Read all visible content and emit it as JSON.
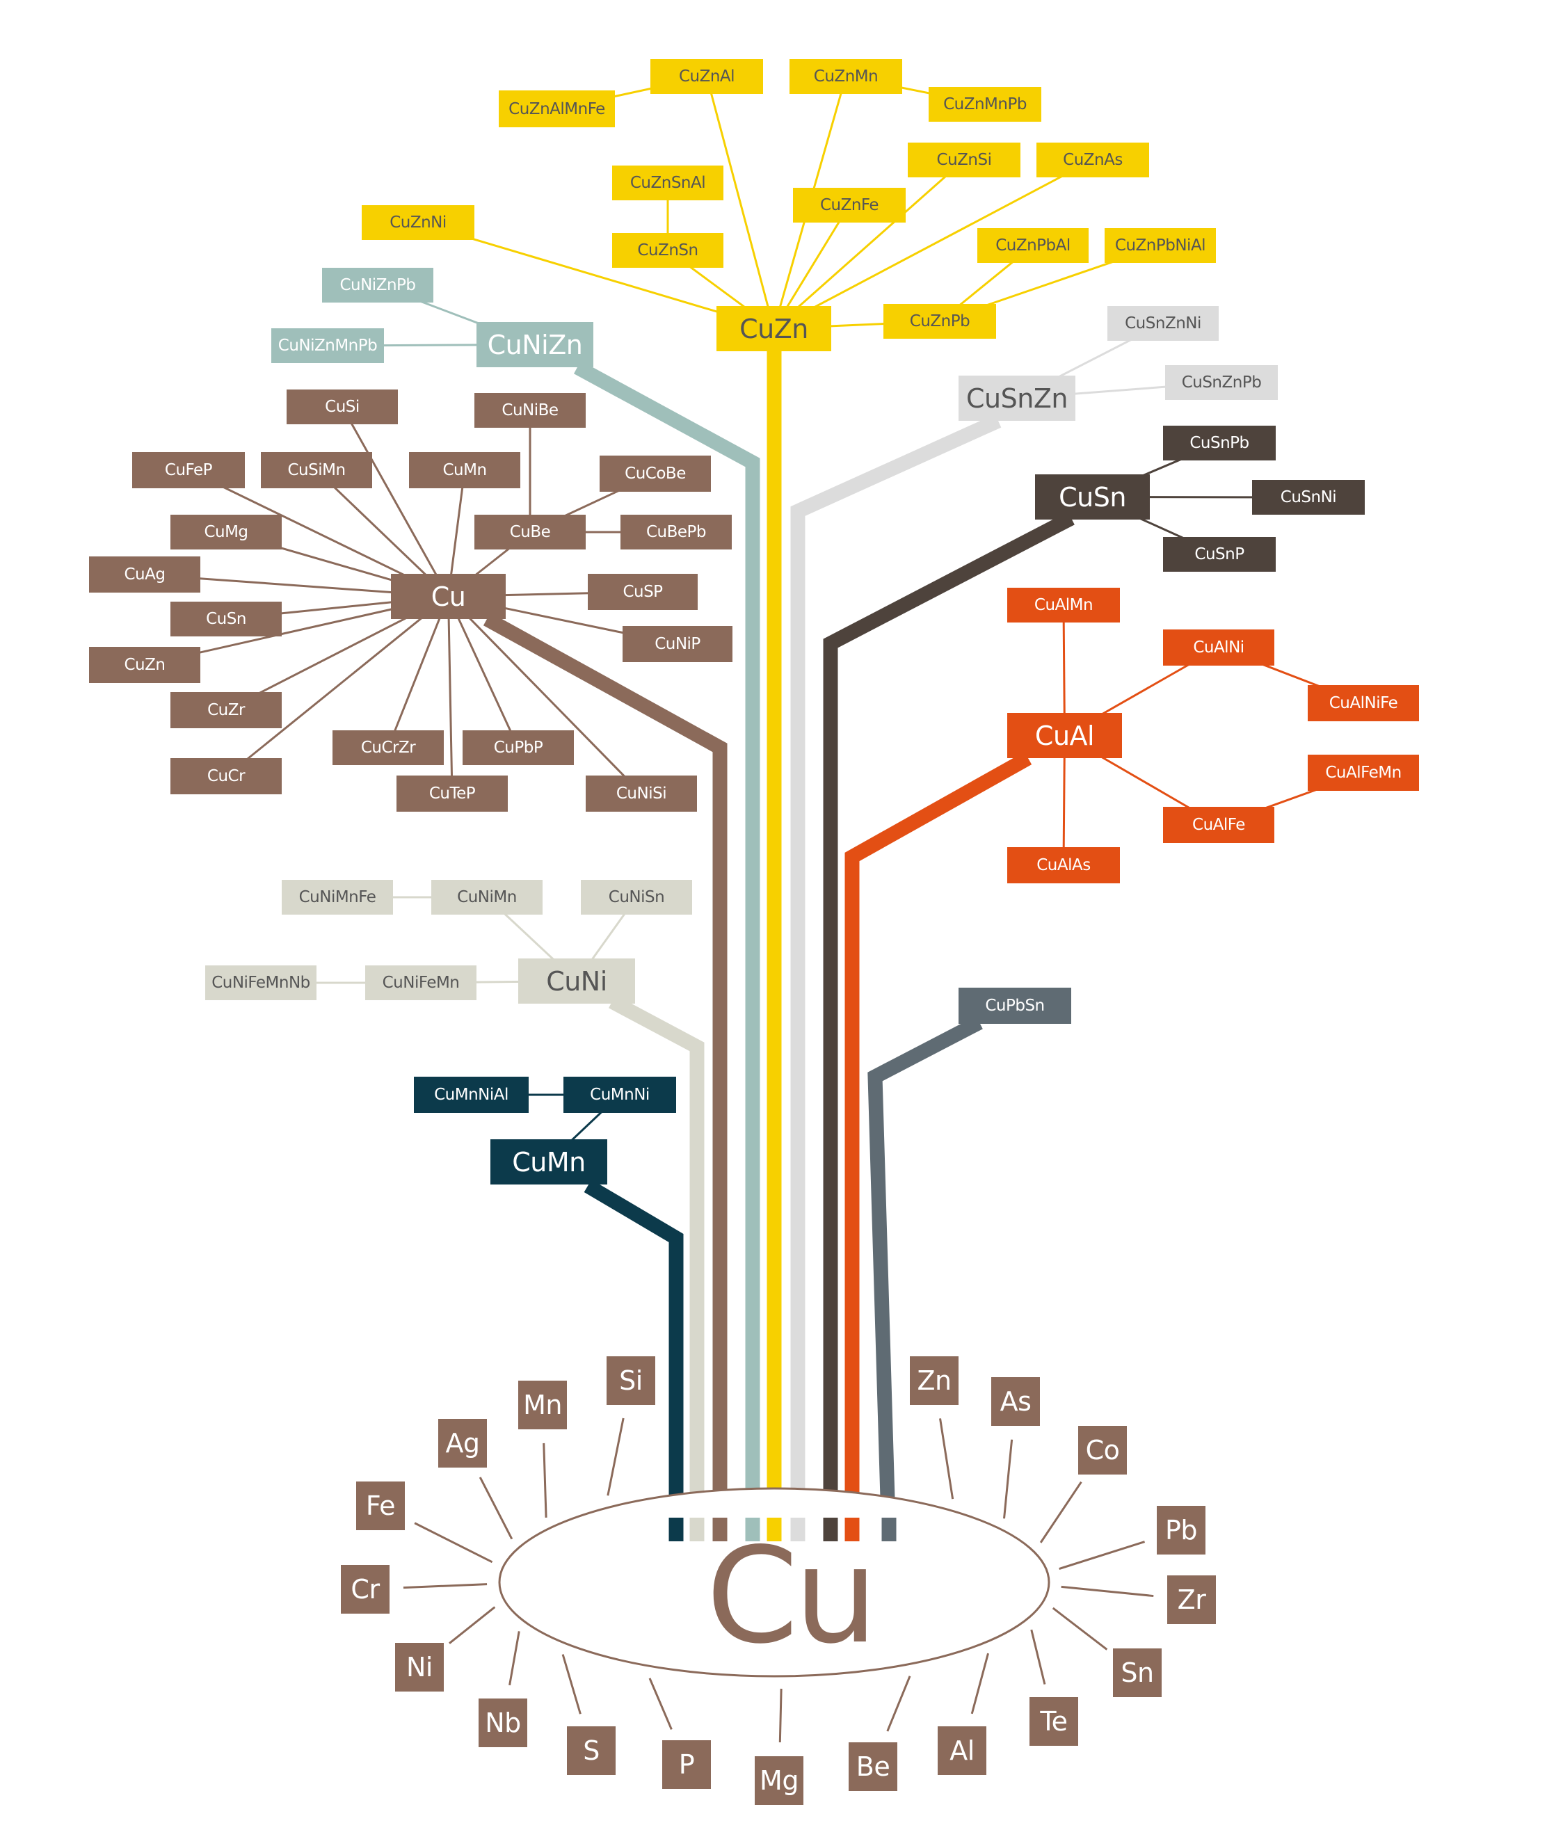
{
  "colors": {
    "yellow": "#f7d000",
    "teal": "#9fbfba",
    "brown": "#8b6a5a",
    "lightgrey": "#dcdcdc",
    "beige": "#d8d8cc",
    "darkbrown": "#4e433c",
    "orange": "#e34f14",
    "slate": "#5f6b73",
    "navy": "#0c3a4b"
  },
  "root": {
    "label": "Cu"
  },
  "nodes": [
    {
      "id": "CuZn",
      "label": "CuZn",
      "color": "yellow",
      "text": "#555555",
      "size": "big"
    },
    {
      "id": "CuZnAl",
      "label": "CuZnAl",
      "color": "yellow",
      "text": "#555555"
    },
    {
      "id": "CuZnAlMnFe",
      "label": "CuZnAlMnFe",
      "color": "yellow",
      "text": "#555555"
    },
    {
      "id": "CuZnMn",
      "label": "CuZnMn",
      "color": "yellow",
      "text": "#555555"
    },
    {
      "id": "CuZnMnPb",
      "label": "CuZnMnPb",
      "color": "yellow",
      "text": "#555555"
    },
    {
      "id": "CuZnSi",
      "label": "CuZnSi",
      "color": "yellow",
      "text": "#555555"
    },
    {
      "id": "CuZnAs",
      "label": "CuZnAs",
      "color": "yellow",
      "text": "#555555"
    },
    {
      "id": "CuZnSnAl",
      "label": "CuZnSnAl",
      "color": "yellow",
      "text": "#555555"
    },
    {
      "id": "CuZnSn",
      "label": "CuZnSn",
      "color": "yellow",
      "text": "#555555"
    },
    {
      "id": "CuZnFe",
      "label": "CuZnFe",
      "color": "yellow",
      "text": "#555555"
    },
    {
      "id": "CuZnNi",
      "label": "CuZnNi",
      "color": "yellow",
      "text": "#555555"
    },
    {
      "id": "CuZnPbAl",
      "label": "CuZnPbAl",
      "color": "yellow",
      "text": "#555555"
    },
    {
      "id": "CuZnPbNiAl",
      "label": "CuZnPbNiAl",
      "color": "yellow",
      "text": "#555555"
    },
    {
      "id": "CuZnPb",
      "label": "CuZnPb",
      "color": "yellow",
      "text": "#555555"
    },
    {
      "id": "CuNiZn",
      "label": "CuNiZn",
      "color": "teal",
      "text": "#ffffff",
      "size": "big"
    },
    {
      "id": "CuNiZnPb",
      "label": "CuNiZnPb",
      "color": "teal",
      "text": "#ffffff"
    },
    {
      "id": "CuNiZnMnPb",
      "label": "CuNiZnMnPb",
      "color": "teal",
      "text": "#ffffff"
    },
    {
      "id": "Cu",
      "label": "Cu",
      "color": "brown",
      "text": "#ffffff",
      "size": "big"
    },
    {
      "id": "CuSi",
      "label": "CuSi",
      "color": "brown",
      "text": "#ffffff"
    },
    {
      "id": "CuNiBe",
      "label": "CuNiBe",
      "color": "brown",
      "text": "#ffffff"
    },
    {
      "id": "CuFeP",
      "label": "CuFeP",
      "color": "brown",
      "text": "#ffffff"
    },
    {
      "id": "CuSiMn",
      "label": "CuSiMn",
      "color": "brown",
      "text": "#ffffff"
    },
    {
      "id": "CuMn_b",
      "label": "CuMn",
      "color": "brown",
      "text": "#ffffff"
    },
    {
      "id": "CuCoBe",
      "label": "CuCoBe",
      "color": "brown",
      "text": "#ffffff"
    },
    {
      "id": "CuMg",
      "label": "CuMg",
      "color": "brown",
      "text": "#ffffff"
    },
    {
      "id": "CuBe",
      "label": "CuBe",
      "color": "brown",
      "text": "#ffffff"
    },
    {
      "id": "CuBePb",
      "label": "CuBePb",
      "color": "brown",
      "text": "#ffffff"
    },
    {
      "id": "CuAg",
      "label": "CuAg",
      "color": "brown",
      "text": "#ffffff"
    },
    {
      "id": "CuSP",
      "label": "CuSP",
      "color": "brown",
      "text": "#ffffff"
    },
    {
      "id": "CuSn_b",
      "label": "CuSn",
      "color": "brown",
      "text": "#ffffff"
    },
    {
      "id": "CuNiP",
      "label": "CuNiP",
      "color": "brown",
      "text": "#ffffff"
    },
    {
      "id": "CuZn_b",
      "label": "CuZn",
      "color": "brown",
      "text": "#ffffff"
    },
    {
      "id": "CuZr",
      "label": "CuZr",
      "color": "brown",
      "text": "#ffffff"
    },
    {
      "id": "CuCrZr",
      "label": "CuCrZr",
      "color": "brown",
      "text": "#ffffff"
    },
    {
      "id": "CuPbP",
      "label": "CuPbP",
      "color": "brown",
      "text": "#ffffff"
    },
    {
      "id": "CuCr",
      "label": "CuCr",
      "color": "brown",
      "text": "#ffffff"
    },
    {
      "id": "CuTeP",
      "label": "CuTeP",
      "color": "brown",
      "text": "#ffffff"
    },
    {
      "id": "CuNiSi",
      "label": "CuNiSi",
      "color": "brown",
      "text": "#ffffff"
    },
    {
      "id": "CuSnZn",
      "label": "CuSnZn",
      "color": "lightgrey",
      "text": "#555555",
      "size": "big"
    },
    {
      "id": "CuSnZnNi",
      "label": "CuSnZnNi",
      "color": "lightgrey",
      "text": "#555555"
    },
    {
      "id": "CuSnZnPb",
      "label": "CuSnZnPb",
      "color": "lightgrey",
      "text": "#555555"
    },
    {
      "id": "CuSn",
      "label": "CuSn",
      "color": "darkbrown",
      "text": "#ffffff",
      "size": "big"
    },
    {
      "id": "CuSnPb",
      "label": "CuSnPb",
      "color": "darkbrown",
      "text": "#ffffff"
    },
    {
      "id": "CuSnNi",
      "label": "CuSnNi",
      "color": "darkbrown",
      "text": "#ffffff"
    },
    {
      "id": "CuSnP",
      "label": "CuSnP",
      "color": "darkbrown",
      "text": "#ffffff"
    },
    {
      "id": "CuAl",
      "label": "CuAl",
      "color": "orange",
      "text": "#ffffff",
      "size": "big"
    },
    {
      "id": "CuAlMn",
      "label": "CuAlMn",
      "color": "orange",
      "text": "#ffffff"
    },
    {
      "id": "CuAlNi",
      "label": "CuAlNi",
      "color": "orange",
      "text": "#ffffff"
    },
    {
      "id": "CuAlNiFe",
      "label": "CuAlNiFe",
      "color": "orange",
      "text": "#ffffff"
    },
    {
      "id": "CuAlFeMn",
      "label": "CuAlFeMn",
      "color": "orange",
      "text": "#ffffff"
    },
    {
      "id": "CuAlFe",
      "label": "CuAlFe",
      "color": "orange",
      "text": "#ffffff"
    },
    {
      "id": "CuAlAs",
      "label": "CuAlAs",
      "color": "orange",
      "text": "#ffffff"
    },
    {
      "id": "CuNi",
      "label": "CuNi",
      "color": "beige",
      "text": "#555555",
      "size": "big"
    },
    {
      "id": "CuNiMnFe",
      "label": "CuNiMnFe",
      "color": "beige",
      "text": "#555555"
    },
    {
      "id": "CuNiMn",
      "label": "CuNiMn",
      "color": "beige",
      "text": "#555555"
    },
    {
      "id": "CuNiSn",
      "label": "CuNiSn",
      "color": "beige",
      "text": "#555555"
    },
    {
      "id": "CuNiFeMnNb",
      "label": "CuNiFeMnNb",
      "color": "beige",
      "text": "#555555"
    },
    {
      "id": "CuNiFeMn",
      "label": "CuNiFeMn",
      "color": "beige",
      "text": "#555555"
    },
    {
      "id": "CuPbSn",
      "label": "CuPbSn",
      "color": "slate",
      "text": "#ffffff"
    },
    {
      "id": "CuMn",
      "label": "CuMn",
      "color": "navy",
      "text": "#ffffff",
      "size": "big"
    },
    {
      "id": "CuMnNiAl",
      "label": "CuMnNiAl",
      "color": "navy",
      "text": "#ffffff"
    },
    {
      "id": "CuMnNi",
      "label": "CuMnNi",
      "color": "navy",
      "text": "#ffffff"
    }
  ],
  "elements": [
    "Si",
    "Mn",
    "Ag",
    "Fe",
    "Cr",
    "Ni",
    "Nb",
    "S",
    "P",
    "Mg",
    "Be",
    "Al",
    "Te",
    "Sn",
    "Zr",
    "Pb",
    "Co",
    "As",
    "Zn"
  ],
  "links": [
    [
      "CuZn",
      "CuZnAl"
    ],
    [
      "CuZnAl",
      "CuZnAlMnFe"
    ],
    [
      "CuZn",
      "CuZnMn"
    ],
    [
      "CuZnMn",
      "CuZnMnPb"
    ],
    [
      "CuZn",
      "CuZnSi"
    ],
    [
      "CuZn",
      "CuZnAs"
    ],
    [
      "CuZnSnAl",
      "CuZnSn"
    ],
    [
      "CuZn",
      "CuZnSn"
    ],
    [
      "CuZn",
      "CuZnFe"
    ],
    [
      "CuZn",
      "CuZnNi"
    ],
    [
      "CuZnPbAl",
      "CuZnPb"
    ],
    [
      "CuZnPbNiAl",
      "CuZnPb"
    ],
    [
      "CuZn",
      "CuZnPb"
    ],
    [
      "CuNiZn",
      "CuNiZnPb"
    ],
    [
      "CuNiZn",
      "CuNiZnMnPb"
    ],
    [
      "Cu",
      "CuSi"
    ],
    [
      "Cu",
      "CuFeP"
    ],
    [
      "Cu",
      "CuSiMn"
    ],
    [
      "Cu",
      "CuMn_b"
    ],
    [
      "Cu",
      "CuMg"
    ],
    [
      "Cu",
      "CuAg"
    ],
    [
      "Cu",
      "CuSn_b"
    ],
    [
      "Cu",
      "CuZn_b"
    ],
    [
      "Cu",
      "CuZr"
    ],
    [
      "Cu",
      "CuCr"
    ],
    [
      "Cu",
      "CuCrZr"
    ],
    [
      "Cu",
      "CuTeP"
    ],
    [
      "Cu",
      "CuPbP"
    ],
    [
      "Cu",
      "CuNiSi"
    ],
    [
      "Cu",
      "CuNiP"
    ],
    [
      "Cu",
      "CuSP"
    ],
    [
      "Cu",
      "CuBe"
    ],
    [
      "CuBe",
      "CuNiBe"
    ],
    [
      "CuBe",
      "CuCoBe"
    ],
    [
      "CuBe",
      "CuBePb"
    ],
    [
      "CuSnZn",
      "CuSnZnNi"
    ],
    [
      "CuSnZn",
      "CuSnZnPb"
    ],
    [
      "CuSn",
      "CuSnPb"
    ],
    [
      "CuSn",
      "CuSnNi"
    ],
    [
      "CuSn",
      "CuSnP"
    ],
    [
      "CuAl",
      "CuAlMn"
    ],
    [
      "CuAl",
      "CuAlAs"
    ],
    [
      "CuAl",
      "CuAlNi"
    ],
    [
      "CuAlNi",
      "CuAlNiFe"
    ],
    [
      "CuAl",
      "CuAlFe"
    ],
    [
      "CuAlFe",
      "CuAlFeMn"
    ],
    [
      "CuNiMnFe",
      "CuNiMn"
    ],
    [
      "CuNiMn",
      "CuNi"
    ],
    [
      "CuNiSn",
      "CuNi"
    ],
    [
      "CuNiFeMnNb",
      "CuNiFeMn"
    ],
    [
      "CuNiFeMn",
      "CuNi"
    ],
    [
      "CuMnNiAl",
      "CuMnNi"
    ],
    [
      "CuMnNi",
      "CuMn"
    ]
  ],
  "trunks": [
    "navy",
    "beige",
    "brown",
    "teal",
    "yellow",
    "lightgrey",
    "darkbrown",
    "orange",
    "slate"
  ]
}
